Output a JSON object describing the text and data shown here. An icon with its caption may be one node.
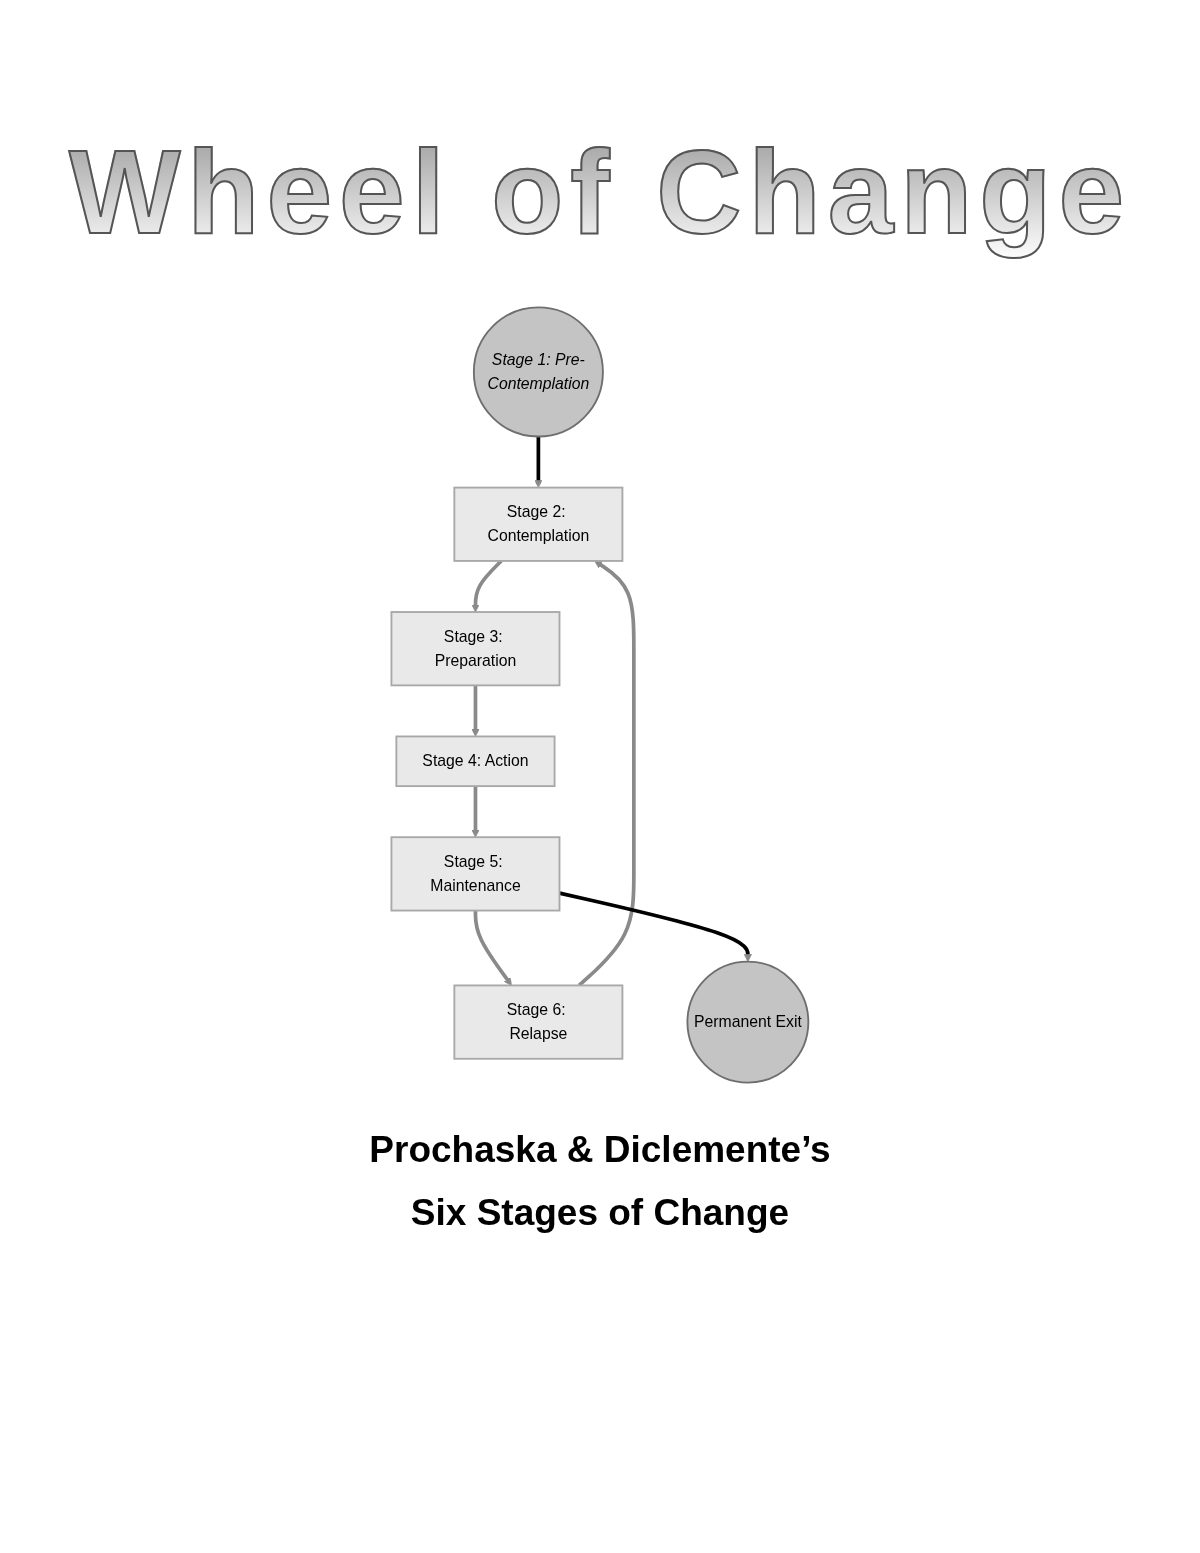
{
  "diagram": {
    "title": "Wheel of Change",
    "caption": "Prochaska & Diclemente’s Six Stages of Change",
    "nodes": [
      {
        "text": [
          "Stage 1: Pre-Contemplation"
        ]
      },
      {
        "text": [
          "Permanent Exit"
        ]
      },
      {
        "text": [
          "Stage 6: Relapse"
        ]
      },
      {
        "text": [
          "Stage 2: Contemplation"
        ]
      },
      {
        "text": [
          "Stage 5: Maintenance"
        ]
      },
      {
        "text": [
          "Stage 3: Preparation"
        ]
      },
      {
        "text": [
          "Stage 4: Action"
        ]
      }
    ],
    "edges": [
      {
        "from": 0,
        "to": 3,
        "arrow": "to",
        "color": "#000000"
      },
      {
        "from": 3,
        "to": 5,
        "arrow": "to"
      },
      {
        "from": 5,
        "to": 6,
        "arrow": "to"
      },
      {
        "from": 6,
        "to": 4,
        "arrow": "to"
      },
      {
        "from": 4,
        "to": 2,
        "arrow": "to"
      },
      {
        "from": 2,
        "to": 3,
        "arrow": "to"
      },
      {
        "from": 4,
        "to": 1,
        "arrow": "to",
        "color": "#000000"
      }
    ]
  }
}
